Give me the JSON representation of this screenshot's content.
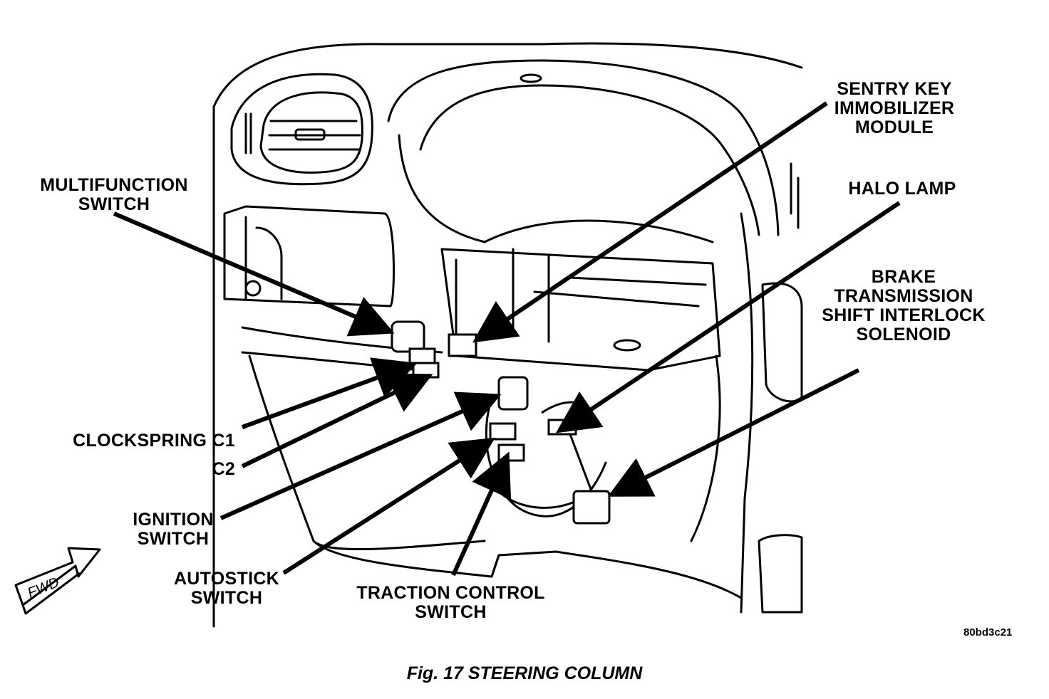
{
  "labels": {
    "sentry_key": [
      "SENTRY KEY",
      "IMMOBILIZER",
      "MODULE"
    ],
    "multifunction": [
      "MULTIFUNCTION",
      "SWITCH"
    ],
    "halo_lamp": [
      "HALO LAMP"
    ],
    "brake_interlock": [
      "BRAKE",
      "TRANSMISSION",
      "SHIFT INTERLOCK",
      "SOLENOID"
    ],
    "clockspring_c1": "CLOCKSPRING C1",
    "c2": "C2",
    "ignition": [
      "IGNITION",
      "SWITCH"
    ],
    "autostick": [
      "AUTOSTICK",
      "SWITCH"
    ],
    "traction": [
      "TRACTION CONTROL",
      "SWITCH"
    ]
  },
  "fwd_label": "FWD",
  "figure_code": "80bd3c21",
  "caption": "Fig. 17 STEERING COLUMN"
}
